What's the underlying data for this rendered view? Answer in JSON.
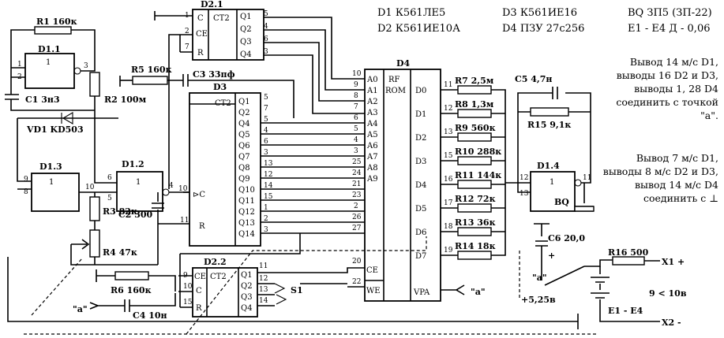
{
  "legend": {
    "l1": "D1 К561ЛЕ5",
    "l2": "D2 К561ИЕ10А",
    "l3": "D3 К561ИЕ16",
    "l4": "D4 ПЗУ 27с256",
    "l5": "BQ ЗП5  (ЗП-22)",
    "l6": "E1 - E4  Д - 0,06"
  },
  "notes": {
    "n1": "Вывод 14 м/с D1, выводы 16 D2 и D3, выводы 1, 28 D4 соединить с точкой \"а\".",
    "n2": "Вывод 7 м/с D1, выводы 8 м/с D2 и D3, вывод 14 м/с D4 соединить с ⊥"
  },
  "chips": {
    "d11": "D1.1",
    "d12": "D1.2",
    "d13": "D1.3",
    "d14": "D1.4",
    "d21": "D2.1",
    "d22": "D2.2",
    "d3": "D3",
    "d4": "D4",
    "ct2": "CT2",
    "rf": "RF",
    "rom": "ROM",
    "ce": "CE",
    "we": "WE",
    "vpa": "VPA",
    "c": "C",
    "r": "R",
    "one": "1"
  },
  "components": {
    "r1": "R1 160к",
    "r2": "R2 100м",
    "r3": "R3 82к",
    "r4": "R4 47к",
    "r5": "R5 160к",
    "r6": "R6 160к",
    "r7": "R7 2,5м",
    "r8": "R8 1,3м",
    "r9": "R9 560к",
    "r10": "R10 288к",
    "r11": "R11 144к",
    "r12": "R12 72к",
    "r13": "R13 36к",
    "r14": "R14 18к",
    "r15": "R15 9,1к",
    "r16": "R16  500",
    "c1": "C1 3н3",
    "c2": "C2 300",
    "c3": "C3 33пф",
    "c4": "C4 10н",
    "c5": "C5 4,7н",
    "c6": "C6 20,0",
    "vd1": "VD1 KD503",
    "s1": "S1",
    "bq": "BQ",
    "e": "E1 - E4"
  },
  "terminals": {
    "x1": "X1 +",
    "x2": "X2 -",
    "a_q": "\"а\"",
    "a_top": "\"а\"",
    "v525": "+5,25в",
    "v10": "9 < 10в",
    "plus": "+"
  }
}
